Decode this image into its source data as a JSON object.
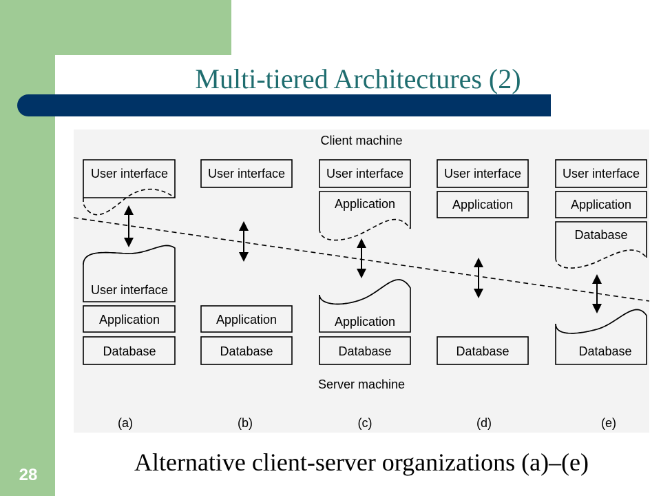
{
  "slide": {
    "title": "Multi-tiered Architectures (2)",
    "caption": "Alternative client-server organizations (a)–(e)",
    "page_number": "28"
  },
  "diagram": {
    "client_label": "Client machine",
    "server_label": "Server machine",
    "columns": [
      {
        "id": "a",
        "label": "(a)",
        "client_tiers": [
          "User interface"
        ],
        "server_tiers": [
          "User interface",
          "Application",
          "Database"
        ],
        "split_tier": "User interface"
      },
      {
        "id": "b",
        "label": "(b)",
        "client_tiers": [
          "User interface"
        ],
        "server_tiers": [
          "Application",
          "Database"
        ],
        "split_tier": ""
      },
      {
        "id": "c",
        "label": "(c)",
        "client_tiers": [
          "User interface",
          "Application"
        ],
        "server_tiers": [
          "Application",
          "Database"
        ],
        "split_tier": "Application"
      },
      {
        "id": "d",
        "label": "(d)",
        "client_tiers": [
          "User interface",
          "Application"
        ],
        "server_tiers": [
          "Database"
        ],
        "split_tier": ""
      },
      {
        "id": "e",
        "label": "(e)",
        "client_tiers": [
          "User interface",
          "Application",
          "Database"
        ],
        "server_tiers": [
          "Database"
        ],
        "split_tier": "Database"
      }
    ]
  },
  "colors": {
    "sidebar": "#9fcb95",
    "title_bar": "#003366",
    "title_text": "#1f6d6f",
    "diagram_bg": "#f3f3f3"
  }
}
